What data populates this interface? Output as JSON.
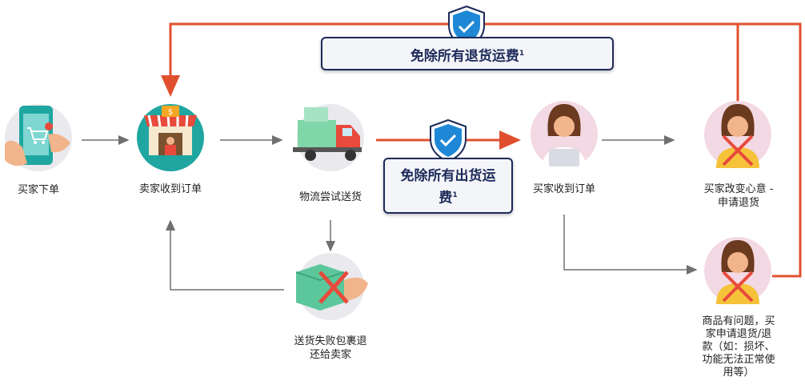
{
  "nodes": {
    "buyer_order": "买家下单",
    "seller_receive": "卖家收到订单",
    "logistics": "物流尝试送货",
    "delivery_failed": "送货失败包裹退\n还给卖家",
    "buyer_receive": "买家收到订单",
    "buyer_changed_mind": "买家改变心意 -\n申请退货",
    "product_issue": "商品有问题，买\n家申请退货/退\n款（如：损坏、\n功能无法正常使\n用等）"
  },
  "banners": {
    "return_fee": "免除所有退货运费",
    "return_fee_note": "1",
    "shipping_fee_line1": "免除所有出货运",
    "shipping_fee_line2": "费",
    "shipping_fee_note": "1"
  },
  "colors": {
    "red_line": "#e0502f",
    "gray_line": "#707070",
    "navy": "#1d2a5a",
    "shield_blue": "#1f88d6",
    "circle_bg": "#e9e9ee"
  }
}
